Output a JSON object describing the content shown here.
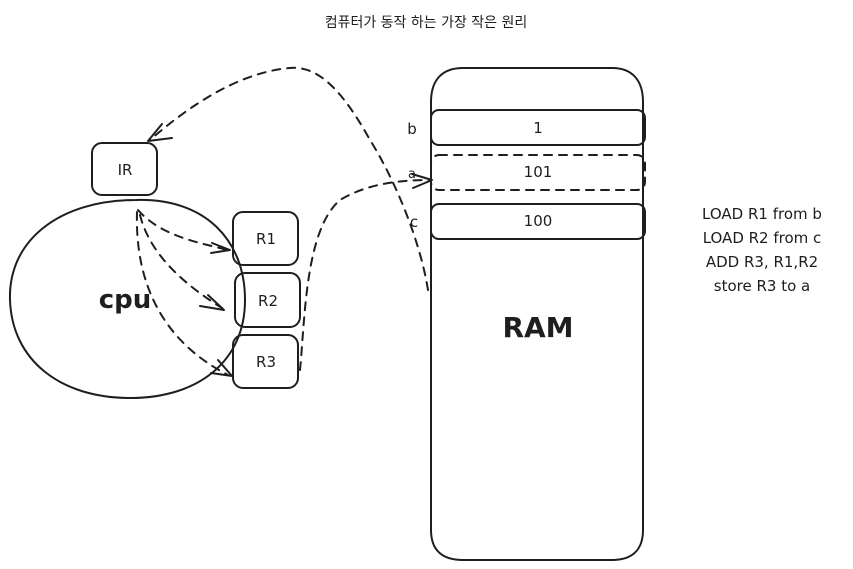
{
  "title": "컴퓨터가 동작 하는 가장 작은 원리",
  "cpu": {
    "label": "cpu",
    "instruction_register": "IR",
    "registers": [
      "R1",
      "R2",
      "R3"
    ]
  },
  "ram": {
    "label": "RAM",
    "cells": [
      {
        "address": "b",
        "value": "1",
        "style": "solid"
      },
      {
        "address": "a",
        "value": "101",
        "style": "dashed"
      },
      {
        "address": "c",
        "value": "100",
        "style": "solid"
      }
    ]
  },
  "instructions": [
    "LOAD R1 from b",
    "LOAD R2 from c",
    "ADD R3, R1,R2",
    "store R3 to a"
  ],
  "colors": {
    "stroke": "#1e1e1e",
    "background": "#ffffff"
  }
}
